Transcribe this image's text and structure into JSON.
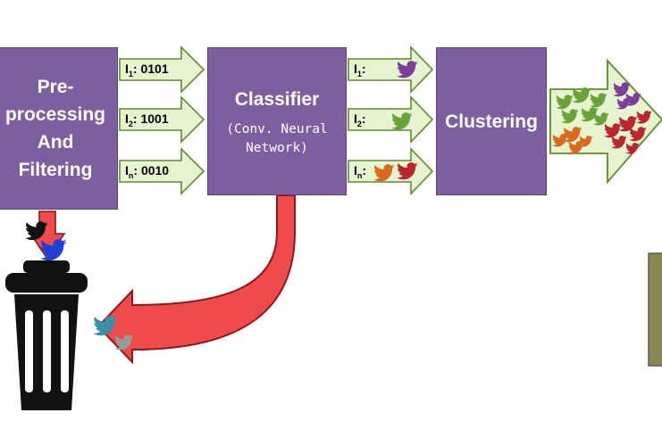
{
  "boxes": {
    "preprocess": [
      "Pre-",
      "processing",
      "And",
      "Filtering"
    ],
    "classifier_title": "Classifier",
    "classifier_sub": [
      "(Conv. Neural",
      "Network)"
    ],
    "clustering": "Clustering"
  },
  "input_arrows": [
    {
      "sym": "I",
      "sub": "1",
      "val": ": 0101"
    },
    {
      "sym": "I",
      "sub": "2",
      "val": ": 1001"
    },
    {
      "sym": "I",
      "sub": "n",
      "val": ": 0010"
    }
  ],
  "output_arrows": [
    {
      "sym": "I",
      "sub": "1",
      "val": ":"
    },
    {
      "sym": "I",
      "sub": "2",
      "val": ":"
    },
    {
      "sym": "I",
      "sub": "n",
      "val": ":"
    }
  ],
  "colors": {
    "box": "#7d5fa0",
    "arrow_fill": "#e6f5cf",
    "reject_arrow": "#ef4b4b",
    "bird_purple": "#7a3f99",
    "bird_green": "#6aa33a",
    "bird_orange": "#d9691f",
    "bird_red": "#b8262e",
    "bird_teal": "#3a8ea5",
    "bird_gray": "#9a9a9a",
    "bird_black": "#111111",
    "bird_blue": "#1f3fd6"
  }
}
